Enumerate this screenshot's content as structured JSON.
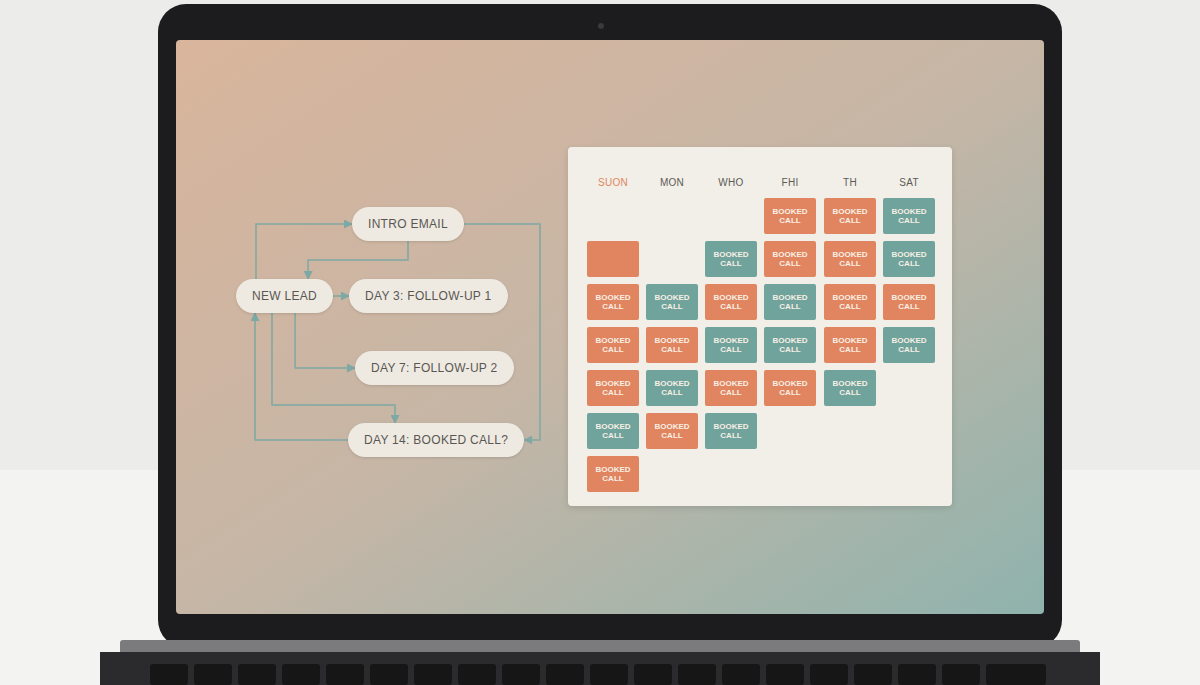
{
  "diagram": {
    "nodes": [
      {
        "text": [
          "INTRO EMAIL"
        ]
      },
      {
        "text": [
          "NEW LEAD"
        ]
      },
      {
        "text": [
          "DAY 3: FOLLOW-UP 1"
        ]
      },
      {
        "text": [
          "DAY 7: FOLLOW-UP 2"
        ]
      },
      {
        "text": [
          "DAY 14: BOOKED CALL?"
        ]
      },
      {
        "text": [
          "SUON",
          "MON",
          "WHO",
          "FHI",
          "TH",
          "SAT"
        ]
      },
      {
        "text": [
          "BOOKED CALL"
        ],
        "in": 5
      },
      {
        "text": [
          "BOOKED CALL"
        ],
        "in": 5
      },
      {
        "text": [
          "BOOKED CALL"
        ],
        "in": 5
      },
      {
        "text": [
          "BOOKED CALL"
        ],
        "in": 5
      },
      {
        "text": [
          "BOOKED CALL"
        ],
        "in": 5
      },
      {
        "text": [
          "BOOKED CALL"
        ],
        "in": 5
      },
      {
        "text": [
          "BOOKED CALL"
        ],
        "in": 5
      },
      {
        "text": [
          "BOOKED CALL"
        ],
        "in": 5
      },
      {
        "text": [
          "BOOKED CALL"
        ],
        "in": 5
      },
      {
        "text": [
          "BOOKED CALL"
        ],
        "in": 5
      },
      {
        "text": [
          "BOOKED CALL"
        ],
        "in": 5
      },
      {
        "text": [
          "BOOKED CALL"
        ],
        "in": 5
      },
      {
        "text": [
          "BOOKED CALL"
        ],
        "in": 5
      },
      {
        "text": [
          "BOOKED CALL"
        ],
        "in": 5
      },
      {
        "text": [
          "BOOKED CALL"
        ],
        "in": 5
      },
      {
        "text": [
          "BOOKED CALL"
        ],
        "in": 5
      },
      {
        "text": [
          "BOOKED CALL"
        ],
        "in": 5
      },
      {
        "text": [
          "BOOKED CALL"
        ],
        "in": 5
      },
      {
        "text": [
          "BOOKED CALL"
        ],
        "in": 5
      },
      {
        "text": [
          "BOOKED CALL"
        ],
        "in": 5
      },
      {
        "text": [
          "BOOKED CALL"
        ],
        "in": 5
      },
      {
        "text": [
          "BOOKED CALL"
        ],
        "in": 5
      },
      {
        "text": [
          "BOOKED CALL"
        ],
        "in": 5
      },
      {
        "text": [
          "BOOKED CALL"
        ],
        "in": 5
      },
      {
        "text": [
          "BOOKED CALL"
        ],
        "in": 5
      },
      {
        "text": [
          "BOOKED CALL"
        ],
        "in": 5
      },
      {
        "text": [
          "BOOKED CALL"
        ],
        "in": 5
      },
      {
        "text": [
          "BOOKED CALL"
        ],
        "in": 5
      }
    ],
    "edges": [
      {
        "from": 1,
        "to": 0,
        "arrow": "to"
      },
      {
        "from": 0,
        "to": 1,
        "arrow": "to"
      },
      {
        "from": 1,
        "to": 2,
        "arrow": "to"
      },
      {
        "from": 1,
        "to": 3,
        "arrow": "to"
      },
      {
        "from": 1,
        "to": 4,
        "arrow": "to"
      },
      {
        "from": 4,
        "to": 1,
        "arrow": "to"
      },
      {
        "from": 0,
        "to": 4,
        "arrow": "to"
      }
    ]
  }
}
